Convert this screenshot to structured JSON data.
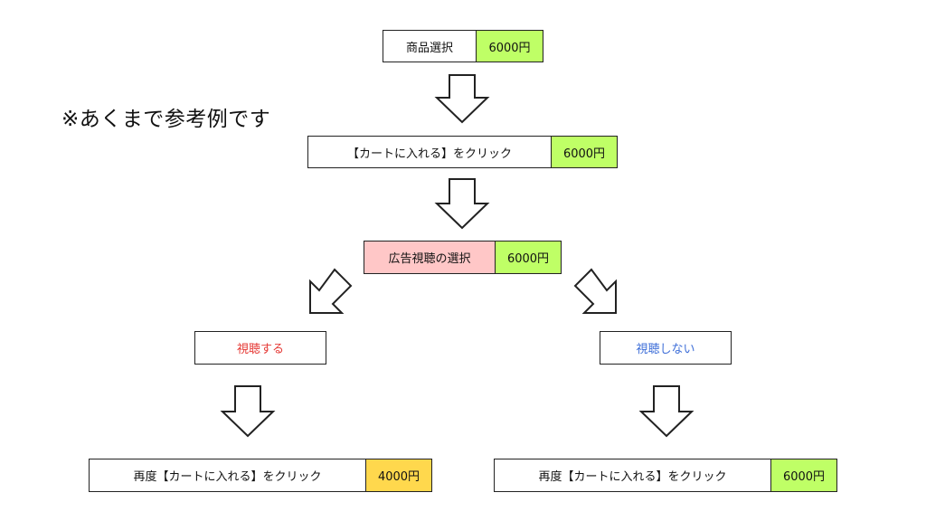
{
  "note": "※あくまで参考例です",
  "steps": {
    "select_product": {
      "label": "商品選択",
      "price": "6000円"
    },
    "add_to_cart": {
      "label": "【カートに入れる】をクリック",
      "price": "6000円"
    },
    "ad_choice": {
      "label": "広告視聴の選択",
      "price": "6000円"
    }
  },
  "branches": {
    "watch": {
      "label": "視聴する",
      "color": "#e53935"
    },
    "no_watch": {
      "label": "視聴しない",
      "color": "#3f6fd8"
    }
  },
  "results": {
    "watch": {
      "label": "再度【カートに入れる】をクリック",
      "price": "4000円"
    },
    "no_watch": {
      "label": "再度【カートに入れる】をクリック",
      "price": "6000円"
    }
  },
  "colors": {
    "price_default": "#bfff66",
    "price_discount": "#ffd84d",
    "ad_choice_bg": "#ffc7c7"
  }
}
